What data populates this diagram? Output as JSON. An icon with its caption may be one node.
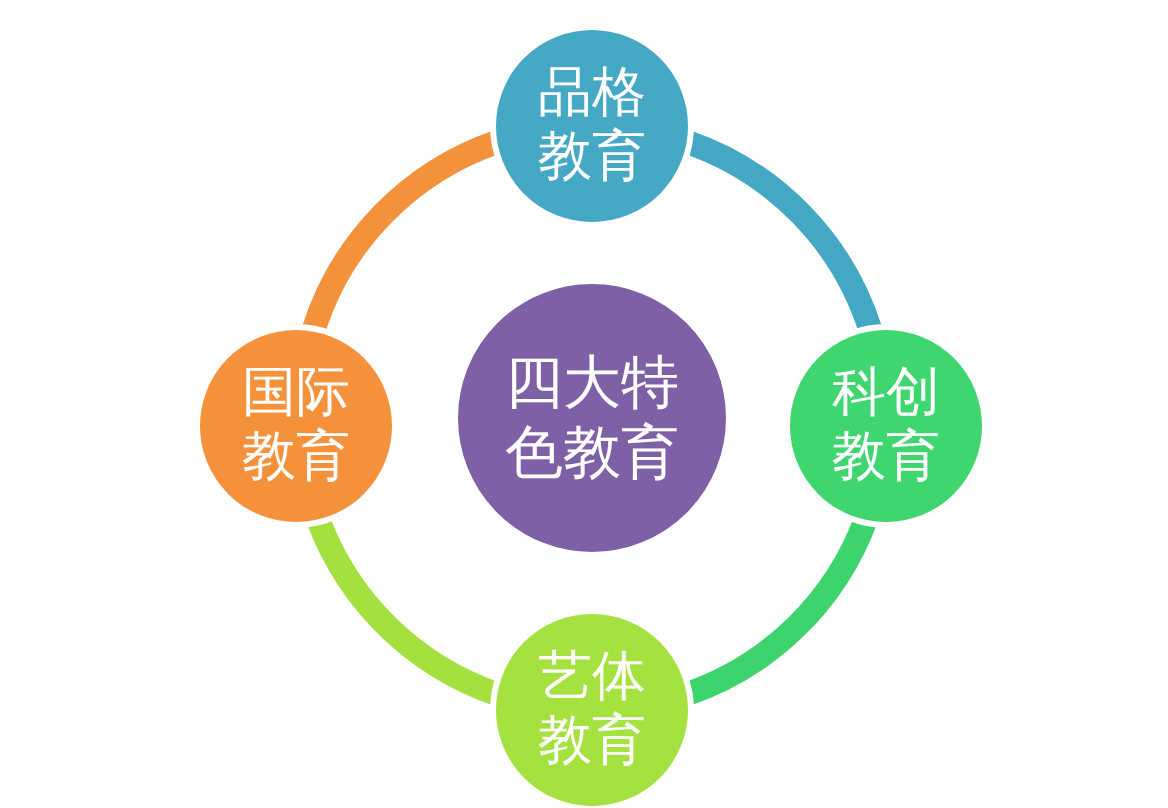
{
  "diagram": {
    "nodes": [
      {
        "text": [
          "品格教育"
        ]
      },
      {
        "text": [
          "国际教育"
        ]
      },
      {
        "text": [
          "四大特色教育"
        ]
      },
      {
        "text": [
          "科创教育"
        ]
      },
      {
        "text": [
          "艺体教育"
        ]
      }
    ],
    "edges": [
      {
        "from": 0,
        "to": 3,
        "arrow": "none",
        "color": "#44a7c4"
      },
      {
        "from": 3,
        "to": 4,
        "arrow": "none",
        "color": "#3dd46e"
      },
      {
        "from": 4,
        "to": 1,
        "arrow": "none",
        "color": "#a4e03e"
      },
      {
        "from": 1,
        "to": 0,
        "arrow": "none",
        "color": "#f4913b"
      }
    ]
  }
}
